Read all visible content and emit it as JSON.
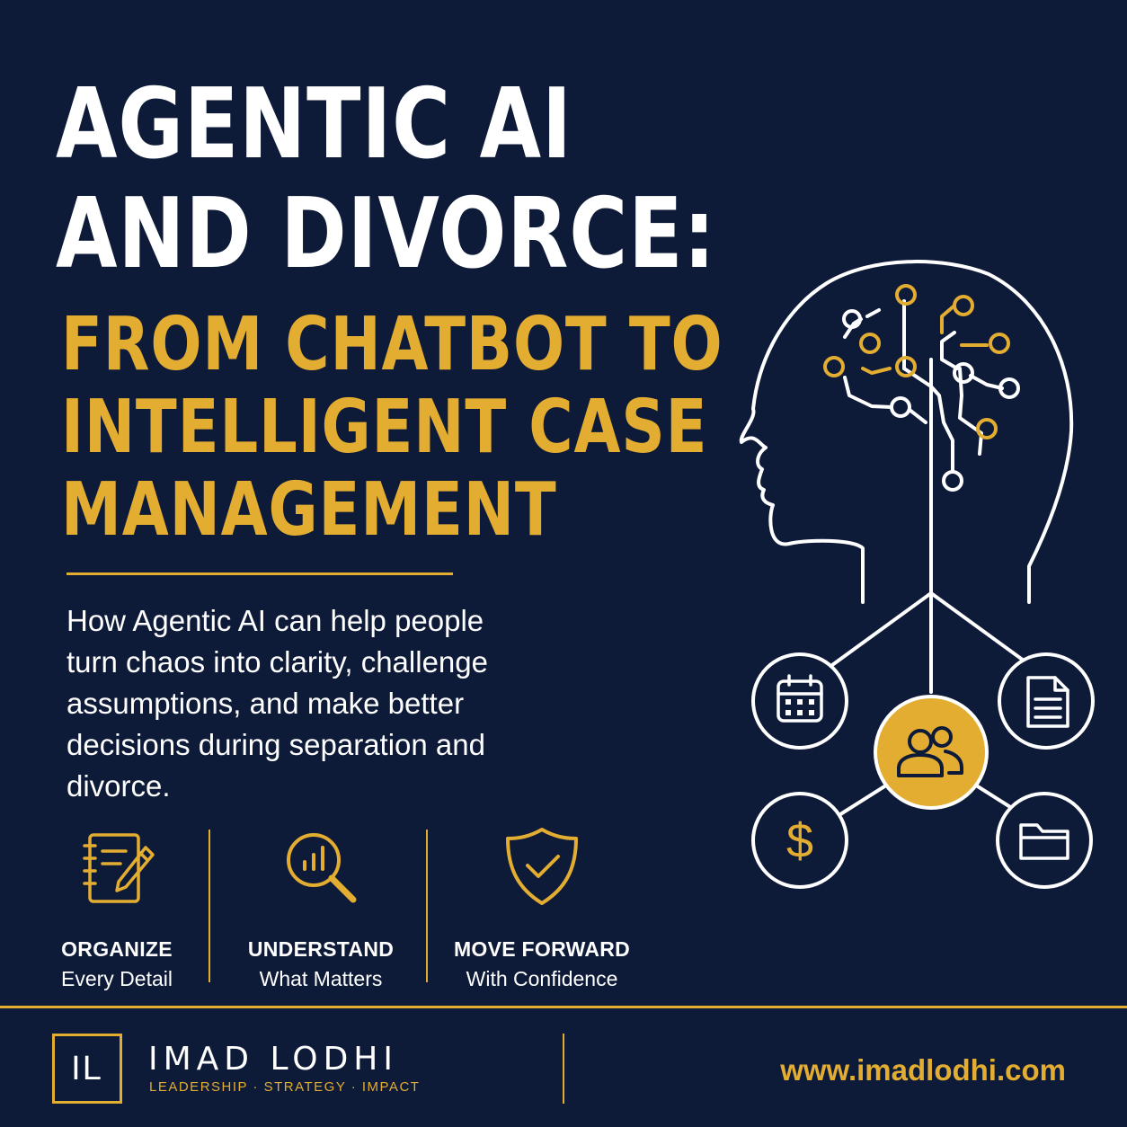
{
  "headline": {
    "line1": "AGENTIC AI",
    "line2": "AND DIVORCE:"
  },
  "subheadline": {
    "line1": "FROM CHATBOT TO",
    "line2": "INTELLIGENT CASE",
    "line3": "MANAGEMENT"
  },
  "description": "How Agentic AI can help people turn chaos into clarity, challenge assumptions, and make better decisions during separation and divorce.",
  "features": [
    {
      "title": "ORGANIZE",
      "subtitle": "Every Detail",
      "icon": "notebook-pencil-icon"
    },
    {
      "title": "UNDERSTAND",
      "subtitle": "What Matters",
      "icon": "magnifier-chart-icon"
    },
    {
      "title": "MOVE FORWARD",
      "subtitle": "With Confidence",
      "icon": "shield-check-icon"
    }
  ],
  "illustration": {
    "head": "head-circuit-icon",
    "nodes": [
      "calendar-icon",
      "document-icon",
      "people-icon",
      "dollar-icon",
      "folder-icon"
    ],
    "dollar_glyph": "$"
  },
  "footer": {
    "logo": "IL",
    "brand": "IMAD LODHI",
    "tagline": "LEADERSHIP · STRATEGY · IMPACT",
    "website": "www.imadlodhi.com"
  },
  "colors": {
    "background": "#0d1a38",
    "accent": "#e3ad32",
    "text": "#ffffff"
  }
}
